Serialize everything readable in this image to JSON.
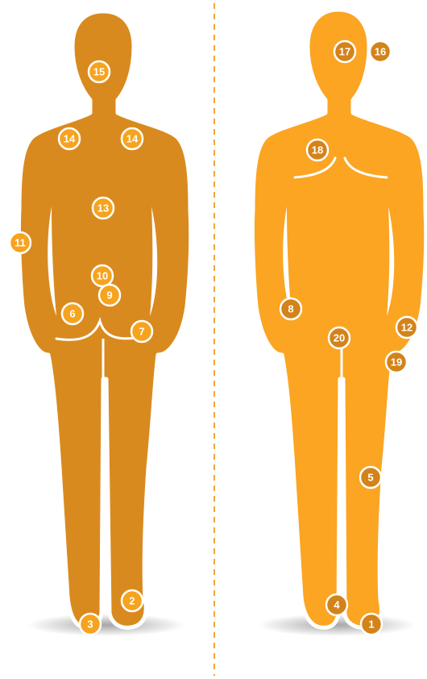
{
  "colors": {
    "back_figure": "#d98a1f",
    "front_figure": "#fba522",
    "marker_on_back": "#f6a31f",
    "marker_on_front": "#d3831a",
    "outline": "#ffffff",
    "divider": "#f2a53a"
  },
  "figures": [
    {
      "name": "back-view",
      "markers": [
        "15",
        "14",
        "14",
        "13",
        "11",
        "10",
        "9",
        "6",
        "7",
        "2",
        "3"
      ]
    },
    {
      "name": "front-view",
      "markers": [
        "17",
        "16",
        "18",
        "8",
        "20",
        "12",
        "19",
        "5",
        "4",
        "1"
      ]
    }
  ]
}
